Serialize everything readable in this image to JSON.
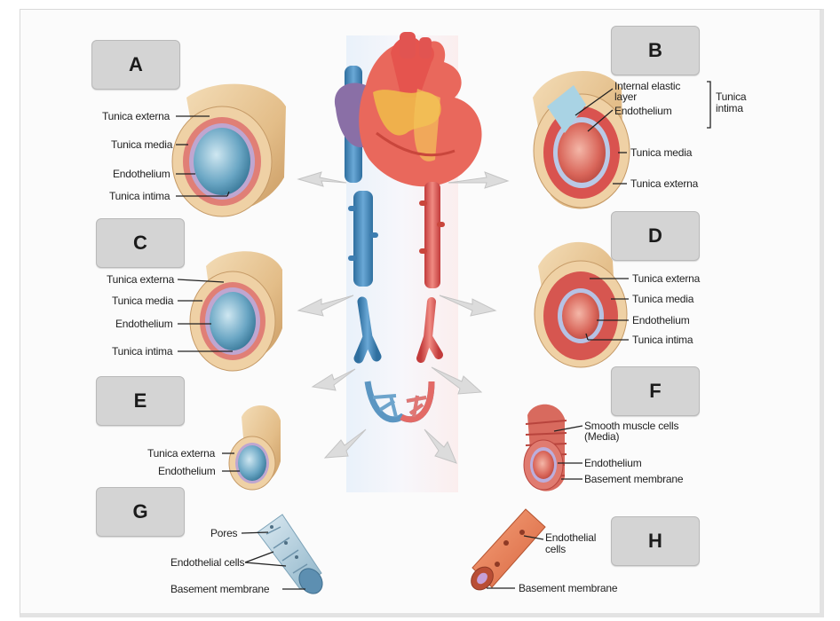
{
  "boxes": {
    "a": "A",
    "b": "B",
    "c": "C",
    "d": "D",
    "e": "E",
    "f": "F",
    "g": "G",
    "h": "H"
  },
  "labels": {
    "a": {
      "externa": "Tunica externa",
      "media": "Tunica media",
      "endothelium": "Endothelium",
      "intima": "Tunica intima"
    },
    "b": {
      "elastic_1": "Internal elastic",
      "elastic_2": "layer",
      "endothelium": "Endothelium",
      "intima_1": "Tunica",
      "intima_2": "intima",
      "media": "Tunica media",
      "externa": "Tunica externa"
    },
    "c": {
      "externa": "Tunica externa",
      "media": "Tunica media",
      "endothelium": "Endothelium",
      "intima": "Tunica intima"
    },
    "d": {
      "externa": "Tunica externa",
      "media": "Tunica media",
      "endothelium": "Endothelium",
      "intima": "Tunica intima"
    },
    "e": {
      "externa": "Tunica externa",
      "endothelium": "Endothelium"
    },
    "f": {
      "smooth_1": "Smooth muscle cells",
      "smooth_2": "(Media)",
      "endothelium": "Endothelium",
      "basement": "Basement membrane"
    },
    "g": {
      "pores": "Pores",
      "endothelial": "Endothelial cells",
      "basement": "Basement membrane"
    },
    "h": {
      "endothelial_1": "Endothelial",
      "endothelial_2": "cells",
      "basement": "Basement membrane"
    }
  },
  "colors": {
    "tube_tan": "#e8c79a",
    "tube_tan_dark": "#c99a62",
    "media_red": "#d9534f",
    "lumen_blue": "#6aa6c4",
    "artery_red": "#e25c5c",
    "vein_blue": "#4f8fc0",
    "box_gray": "#d4d4d4",
    "arrow_gray": "#dcdcdc"
  }
}
